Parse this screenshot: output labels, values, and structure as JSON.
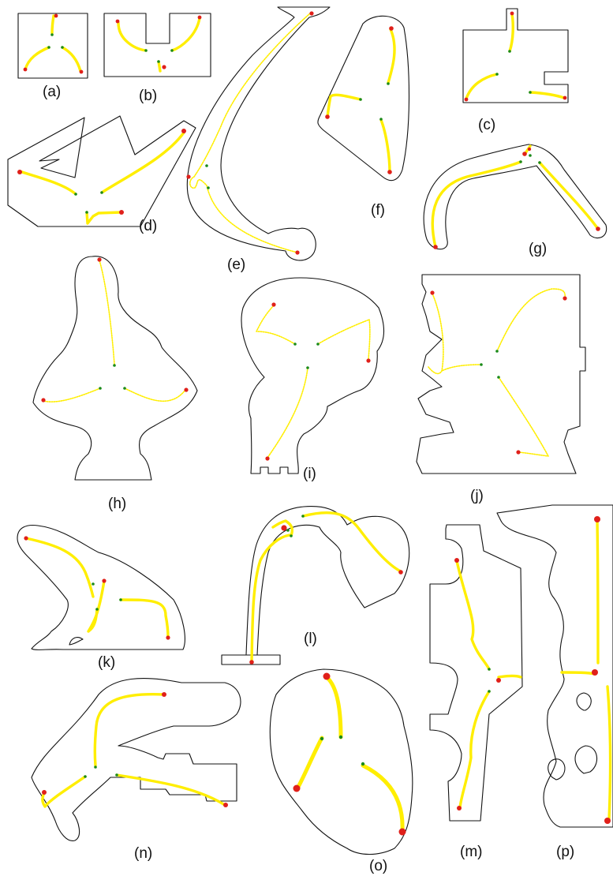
{
  "panels": [
    {
      "id": "a",
      "label": "(a)"
    },
    {
      "id": "b",
      "label": "(b)"
    },
    {
      "id": "c",
      "label": "(c)"
    },
    {
      "id": "d",
      "label": "(d)"
    },
    {
      "id": "e",
      "label": "(e)"
    },
    {
      "id": "f",
      "label": "(f)"
    },
    {
      "id": "g",
      "label": "(g)"
    },
    {
      "id": "h",
      "label": "(h)"
    },
    {
      "id": "i",
      "label": "(i)"
    },
    {
      "id": "j",
      "label": "(j)"
    },
    {
      "id": "k",
      "label": "(k)"
    },
    {
      "id": "l",
      "label": "(l)"
    },
    {
      "id": "m",
      "label": "(m)"
    },
    {
      "id": "n",
      "label": "(n)"
    },
    {
      "id": "o",
      "label": "(o)"
    },
    {
      "id": "p",
      "label": "(p)"
    }
  ],
  "colors": {
    "outline": "#111111",
    "path": "#ffee00",
    "start_point": "#1a8a1a",
    "goal_point": "#e0201a"
  }
}
